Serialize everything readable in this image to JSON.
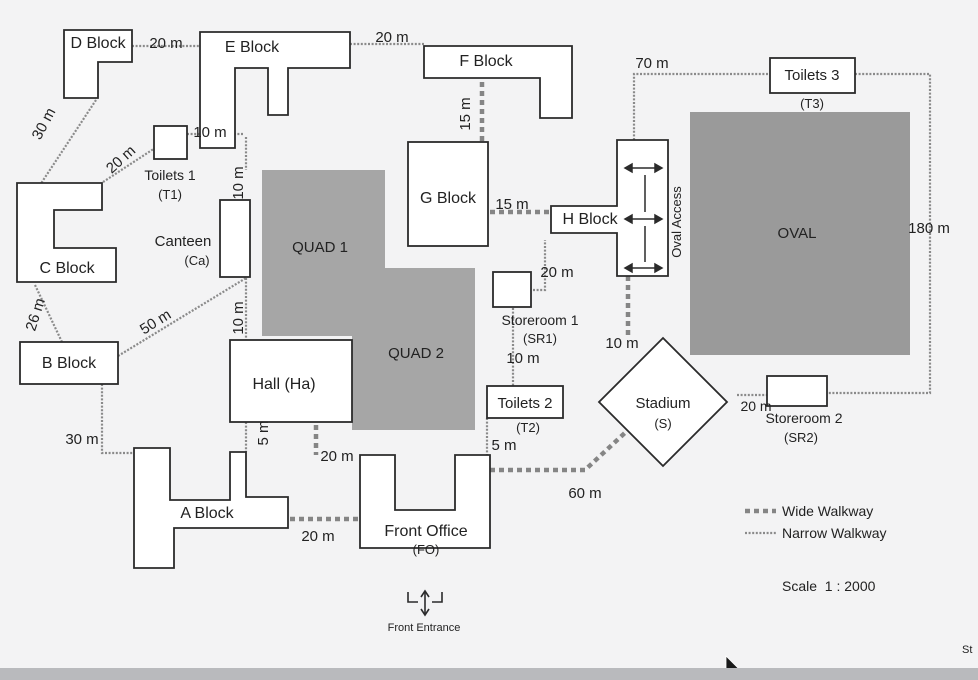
{
  "buildings": {
    "d_block": "D Block",
    "e_block": "E Block",
    "f_block": "F Block",
    "g_block": "G Block",
    "h_block": "H Block",
    "c_block": "C Block",
    "b_block": "B Block",
    "a_block": "A Block",
    "hall": "Hall (Ha)",
    "front_office": "Front Office",
    "front_office_code": "(FO)",
    "front_entrance": "Front Entrance",
    "toilets1": "Toilets 1",
    "toilets1_code": "(T1)",
    "toilets2": "Toilets 2",
    "toilets2_code": "(T2)",
    "toilets3": "Toilets 3",
    "toilets3_code": "(T3)",
    "canteen": "Canteen",
    "canteen_code": "(Ca)",
    "storeroom1": "Storeroom 1",
    "storeroom1_code": "(SR1)",
    "storeroom2": "Storeroom 2",
    "storeroom2_code": "(SR2)",
    "stadium": "Stadium",
    "stadium_code": "(S)",
    "quad1": "QUAD 1",
    "quad2": "QUAD 2",
    "oval": "OVAL",
    "oval_access": "Oval Access"
  },
  "distances": {
    "d_to_e": "20 m",
    "e_to_f": "20 m",
    "f_to_g": "15 m",
    "g_to_h": "15 m",
    "d_to_c": "30 m",
    "c_to_t1": "20 m",
    "t1_to_e": "10 m",
    "e_to_ca": "10 m",
    "ca_to_ha": "10 m",
    "c_to_b": "26 m",
    "b_to_ca": "50 m",
    "b_to_a": "30 m",
    "ha_to_a": "5 m",
    "ha_to_fo": "20 m",
    "a_to_fo": "20 m",
    "h_to_sr1": "20 m",
    "sr1_to_t2": "10 m",
    "t2_to_fo": "5 m",
    "h_to_s": "10 m",
    "fo_to_s": "60 m",
    "s_to_sr2": "20 m",
    "h_to_t3": "70 m",
    "oval_loop": "180 m"
  },
  "legend": {
    "wide": "Wide Walkway",
    "narrow": "Narrow Walkway",
    "scale": "Scale  1 : 2000"
  },
  "corner_text": "St",
  "colors": {
    "paper": "#f3f3f4",
    "building_fill": "#ffffff",
    "outline": "#2b2b2b",
    "quad": "#a6a6a6",
    "oval": "#9a9a9a",
    "wide_walkway": "#858585",
    "narrow_walkway": "#8a8a8a"
  }
}
